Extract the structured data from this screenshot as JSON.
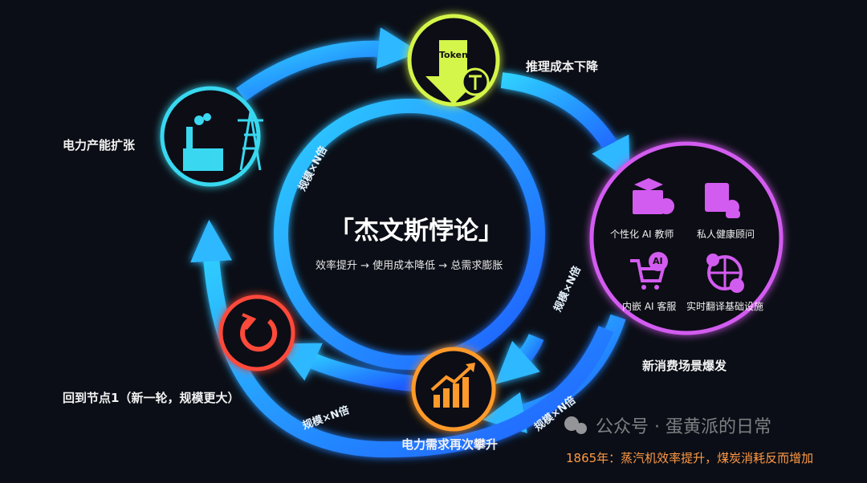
{
  "title": "「杰文斯悖论」",
  "subtitle": "效率提升 → 使用成本降低 → 总需求膨胀",
  "nodes": {
    "power_expansion": "电力产能扩张",
    "inference_cost": "推理成本下降",
    "new_scenarios": "新消费场景爆发",
    "power_demand": "电力需求再次攀升",
    "back_to_start": "回到节点1（新一轮，规模更大）"
  },
  "token_label": "Token",
  "scenarios": [
    {
      "label": "个性化 AI 教师",
      "icon": "ai-teacher-icon"
    },
    {
      "label": "私人健康顾问",
      "icon": "health-advisor-icon"
    },
    {
      "label": "内嵌 AI 客服",
      "icon": "ai-shopping-cart-icon"
    },
    {
      "label": "实时翻译基础设施",
      "icon": "translation-globe-icon"
    }
  ],
  "ai_badge": "AI",
  "scale_labels": [
    "规模×N倍",
    "规模×N倍",
    "规模×N倍",
    "规模×N倍"
  ],
  "footnote": "1865年：蒸汽机效率提升，煤炭消耗反而增加",
  "watermark": "公众号 · 蛋黄派的日常",
  "colors": {
    "background": "#0b0e16",
    "ring": "#2a8cff",
    "token": "#d4f54a",
    "power": "#39d8f0",
    "scenarios": "#d35cf0",
    "demand": "#ff9a2a",
    "cycle": "#ff4a3a"
  }
}
